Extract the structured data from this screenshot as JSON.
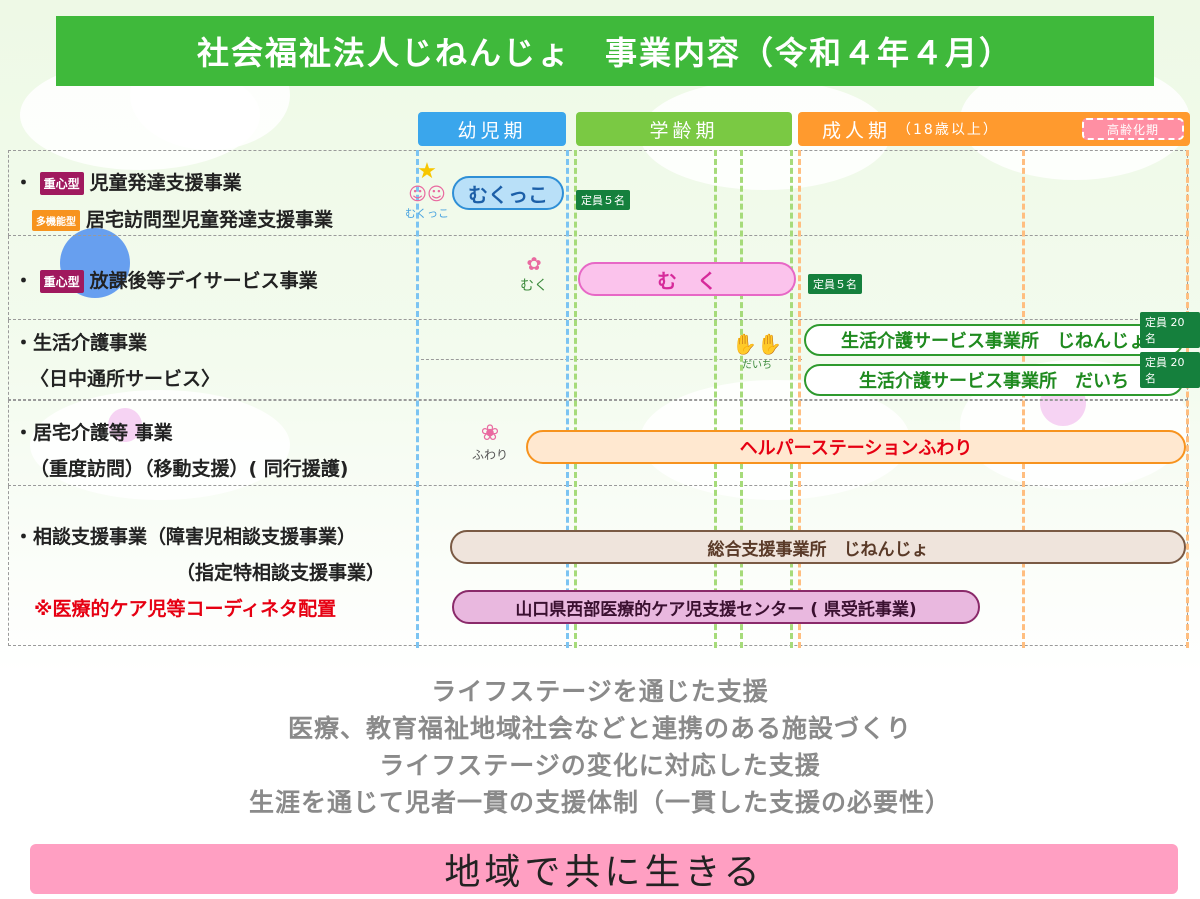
{
  "title": "社会福祉法人じねんじょ　事業内容（令和４年４月）",
  "stages": {
    "infant": "幼児期",
    "school": "学齢期",
    "adult": "成人期",
    "adult_note": "（18歳以上）",
    "elderly": "高齢化期"
  },
  "sections": {
    "s1": {
      "bullet": "・",
      "tag1": "重心型",
      "label1": "児童発達支援事業",
      "tag2": "多機能型",
      "label2": "居宅訪問型児童発達支援事業",
      "facility": "むくっこ",
      "capacity": "定員５名",
      "logo": "むくっこ"
    },
    "s2": {
      "bullet": "・",
      "tag": "重心型",
      "label": "放課後等デイサービス事業",
      "facility": "む　く",
      "capacity": "定員５名",
      "logo": "むく"
    },
    "s3": {
      "label1": "・生活介護事業",
      "label2": "〈日中通所サービス〉",
      "facility1": "生活介護サービス事業所　じねんじょ",
      "capacity1": "定員 20 名",
      "facility2": "生活介護サービス事業所　だいち",
      "capacity2": "定員 20 名",
      "logo": "だいち"
    },
    "s4": {
      "label1": "・居宅介護等 事業",
      "label2": "（重度訪問）（移動支援）( 同行援護)",
      "facility": "ヘルパーステーションふわり",
      "logo": "ふわり"
    },
    "s5": {
      "label1": "・相談支援事業（障害児相談支援事業）",
      "label2": "（指定特相談支援事業）",
      "label3": "※医療的ケア児等コーディネタ配置",
      "facility1": "総合支援事業所　じねんじょ",
      "facility2": "山口県西部医療的ケア児支援センター ( 県受託事業)"
    }
  },
  "bottom_lines": [
    "ライフステージを通じた支援",
    "医療、教育福祉地域社会などと連携のある施設づくり",
    "ライフステージの変化に対応した支援",
    "生涯を通じて児者一貫の支援体制（一貫した支援の必要性）"
  ],
  "slogan": "地域で共に生きる",
  "colors": {
    "title_green": "#3fb93b",
    "infant_blue": "#3aa6ec",
    "school_green": "#7ac943",
    "adult_orange": "#ff9a2e",
    "elderly_pink": "#ff8fa3",
    "tag_maroon": "#a0195e",
    "tag_orange": "#f7931e",
    "accent_red": "#e60012",
    "slogan_pink": "#ff9fc2"
  }
}
